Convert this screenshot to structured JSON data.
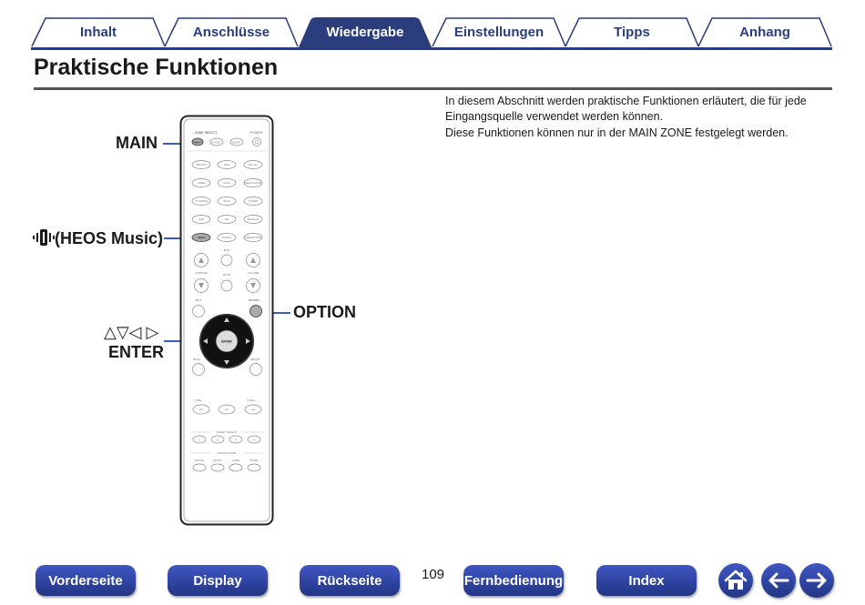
{
  "tabs": [
    {
      "label": "Inhalt",
      "active": false
    },
    {
      "label": "Anschlüsse",
      "active": false
    },
    {
      "label": "Wiedergabe",
      "active": true
    },
    {
      "label": "Einstellungen",
      "active": false
    },
    {
      "label": "Tipps",
      "active": false
    },
    {
      "label": "Anhang",
      "active": false
    }
  ],
  "page": {
    "title": "Praktische Funktionen",
    "description": [
      "In diesem Abschnitt werden praktische Funktionen erläutert, die für jede Eingangsquelle verwendet werden können.",
      "Diese Funktionen können nur in der MAIN ZONE festgelegt werden."
    ]
  },
  "callouts": {
    "main": "MAIN",
    "heos": "(HEOS Music)",
    "arrows": "△▽◁ ▷",
    "enter": "ENTER",
    "option": "OPTION"
  },
  "remote_labels": {
    "zone_select": "ZONE SELECT",
    "power": "POWER",
    "main": "MAIN",
    "zone2": "ZONE2",
    "sleep": "SLEEP",
    "row1": [
      "CBL/SAT",
      "DVD",
      "Blu-ray"
    ],
    "row2": [
      "GAME",
      "AUX1",
      "MEDIA PLAYER"
    ],
    "row3": [
      "TV AUDIO",
      "AUX2",
      "TUNER"
    ],
    "row4": [
      "USB",
      "CD",
      "Bluetooth"
    ],
    "row5": [
      "HEOS",
      "PHONO",
      "INTERNET RADIO"
    ],
    "eco": "ECO",
    "ch_page": "CH/PAGE",
    "mute": "MUTE",
    "volume": "VOLUME",
    "info": "INFO",
    "option": "OPTION",
    "enter": "ENTER",
    "back": "BACK",
    "setup": "SETUP",
    "tune_minus": "TUNE –",
    "tune_plus": "TUNE +",
    "smart_select": "SMART SELECT",
    "smart_buttons": [
      "1",
      "2",
      "3",
      "4"
    ],
    "sound_mode": "SOUND MODE",
    "sound_buttons": [
      "MOVIE",
      "MUSIC",
      "GAME",
      "PURE"
    ]
  },
  "footer": {
    "buttons": [
      "Vorderseite",
      "Display",
      "Rückseite",
      "Fernbedienung",
      "Index"
    ],
    "page_number": "109",
    "icons": [
      "home-icon",
      "arrow-left-icon",
      "arrow-right-icon"
    ]
  },
  "colors": {
    "navy": "#2b3d7c",
    "button_blue": "#2b3d99",
    "leader_blue": "#3a5bbf"
  }
}
